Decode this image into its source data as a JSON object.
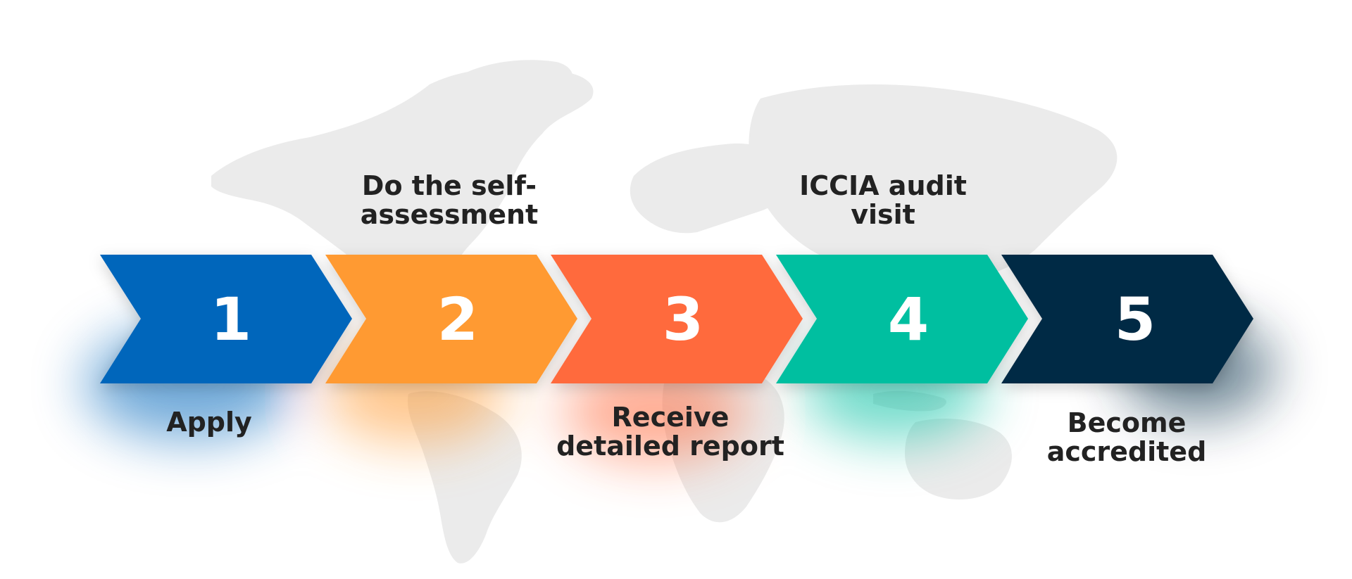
{
  "steps": [
    {
      "number": "1",
      "label": "Apply",
      "color": "#0066BB",
      "label_position": "bottom"
    },
    {
      "number": "2",
      "label": "Do the self-\nassessment",
      "color": "#FF9A33",
      "label_position": "top"
    },
    {
      "number": "3",
      "label": "Receive\ndetailed report",
      "color": "#FF6A3D",
      "label_position": "bottom"
    },
    {
      "number": "4",
      "label": "ICCIA audit\nvisit",
      "color": "#00BFA0",
      "label_position": "top"
    },
    {
      "number": "5",
      "label": "Become\naccredited",
      "color": "#002B44",
      "label_position": "bottom"
    }
  ],
  "background": {
    "map_color": "#EBEBEB",
    "image": "world-map"
  }
}
